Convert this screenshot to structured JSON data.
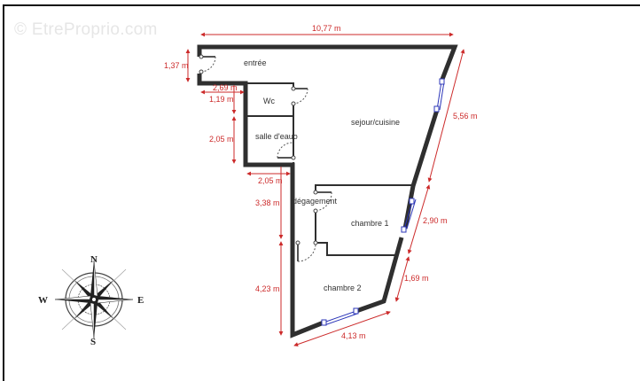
{
  "watermark": "© EtreProprio.com",
  "colors": {
    "wall": "#2f2f2f",
    "dimension": "#cc2a2a",
    "window": "#2b35b8",
    "text": "#333333",
    "background": "#ffffff"
  },
  "rooms": {
    "entree": "entrée",
    "wc": "Wc",
    "salle_eau": "salle d'eauo",
    "sejour": "sejour/cuisine",
    "degagement": "dégagement",
    "chambre1": "chambre 1",
    "chambre2": "chambre 2"
  },
  "dimensions": {
    "top_width": "10,77 m",
    "entree_height": "1,37 m",
    "d_2_69": "2,69 m",
    "d_1_19": "1,19 m",
    "d_2_05_v": "2,05 m",
    "d_2_05_h": "2,05 m",
    "d_3_38": "3,38 m",
    "d_4_23": "4,23 m",
    "d_4_13": "4,13 m",
    "d_5_56": "5,56 m",
    "d_2_90": "2,90 m",
    "d_1_69": "1,69 m"
  },
  "compass": {
    "north": "N",
    "south": "S",
    "east": "E",
    "west": "W"
  }
}
